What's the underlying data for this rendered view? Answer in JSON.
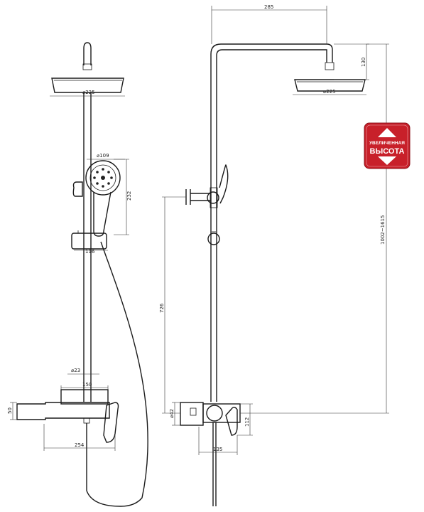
{
  "dimensions": {
    "head_diameter_front": "⌀225",
    "handshower_diameter": "⌀109",
    "handshower_height": "232",
    "holder_width": "116",
    "pipe_diameter": "⌀23",
    "mixer_width_top": "150",
    "mixer_height": "50",
    "mixer_depth": "254",
    "head_reach": "285",
    "head_drop": "130",
    "head_diameter_side": "⌀225",
    "total_height": "1002~1615",
    "holder_height": "726",
    "outlet_diameter": "⌀42",
    "mixer_height_side": "112",
    "mixer_projection": "135"
  },
  "badge": {
    "line1": "УВЕЛИЧЕННАЯ",
    "line2": "ВЫСОТА",
    "color": "#c8202a"
  },
  "icons": [
    "arrow-up-icon",
    "arrow-down-icon"
  ]
}
